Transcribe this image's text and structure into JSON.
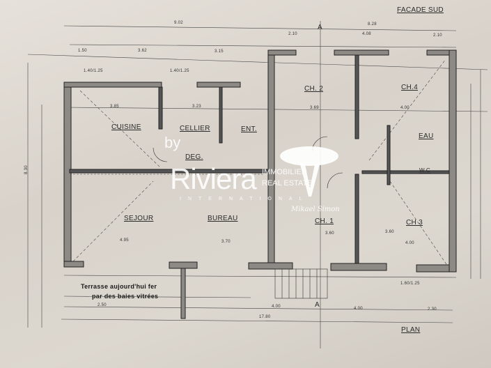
{
  "title": "FACADE SUD",
  "plan_label": "PLAN",
  "section_marks": [
    "A",
    "A"
  ],
  "rooms": {
    "cuisine": "CUISINE",
    "cellier": "CELLIER",
    "entree": "ENT.",
    "degagement": "DEG.",
    "ch2": "CH. 2",
    "ch4": "CH.4",
    "eau": "EAU",
    "wc": "W.C",
    "sejour": "SEJOUR",
    "bureau": "BUREAU",
    "ch1": "CH. 1",
    "ch3": "CH 3"
  },
  "annotation": [
    "Terrasse aujourd'hui fer",
    "par des baies vitrées"
  ],
  "dimensions": {
    "top_total_left": "9.02",
    "top_total_right": "8.28",
    "top_a": "2.10",
    "top_b": "4.08",
    "top_c": "2.10",
    "row_a": "1.50",
    "row_b": "3.62",
    "row_c": "3.15",
    "cuisine_w": "3.85",
    "cellier_w": "3.23",
    "ch2_w": "3.69",
    "ch4_w": "4.00",
    "sejour_w": "4.95",
    "bureau_w": "3.70",
    "ch3_w": "4.00",
    "bottom_a": "4.00",
    "bottom_b": "4.00",
    "bottom_c": "2.30",
    "left_a": "2.50",
    "left_total": "8.30",
    "terrace_total": "17.80",
    "window_1": "1.40/1.25",
    "window_2": "1.40/1.25",
    "window_3": "1.60/1.25",
    "ch1_h": "3.60",
    "ch3_h": "3.60"
  },
  "watermark": {
    "by": "by",
    "brand": "Riviera",
    "line1": "IMMOBILIER",
    "line2": "REAL ESTATE",
    "line3": "INTERNATIONAL",
    "signature": "Mikael Simon"
  }
}
